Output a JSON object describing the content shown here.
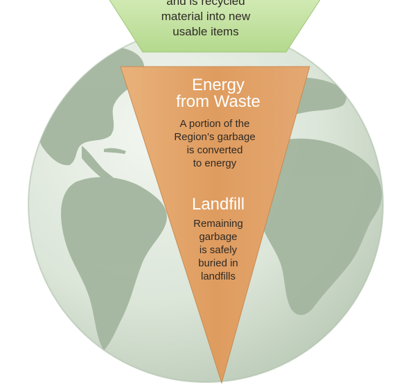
{
  "recycling": {
    "lines": [
      "and is recycled",
      "material into new",
      "usable items"
    ],
    "color": "#c3e0a1"
  },
  "energy_from_waste": {
    "title_line1": "Energy",
    "title_line2": "from Waste",
    "desc_lines": [
      "A portion of the",
      "Region’s garbage",
      "is converted",
      "to energy"
    ],
    "color": "#e0a36c"
  },
  "landfill": {
    "title": "Landfill",
    "desc_lines": [
      "Remaining",
      "garbage",
      "is safely",
      "buried in",
      "landfills"
    ]
  },
  "globe": {
    "ocean_color": "#dfe8dd",
    "land_color": "#a2b49e"
  }
}
